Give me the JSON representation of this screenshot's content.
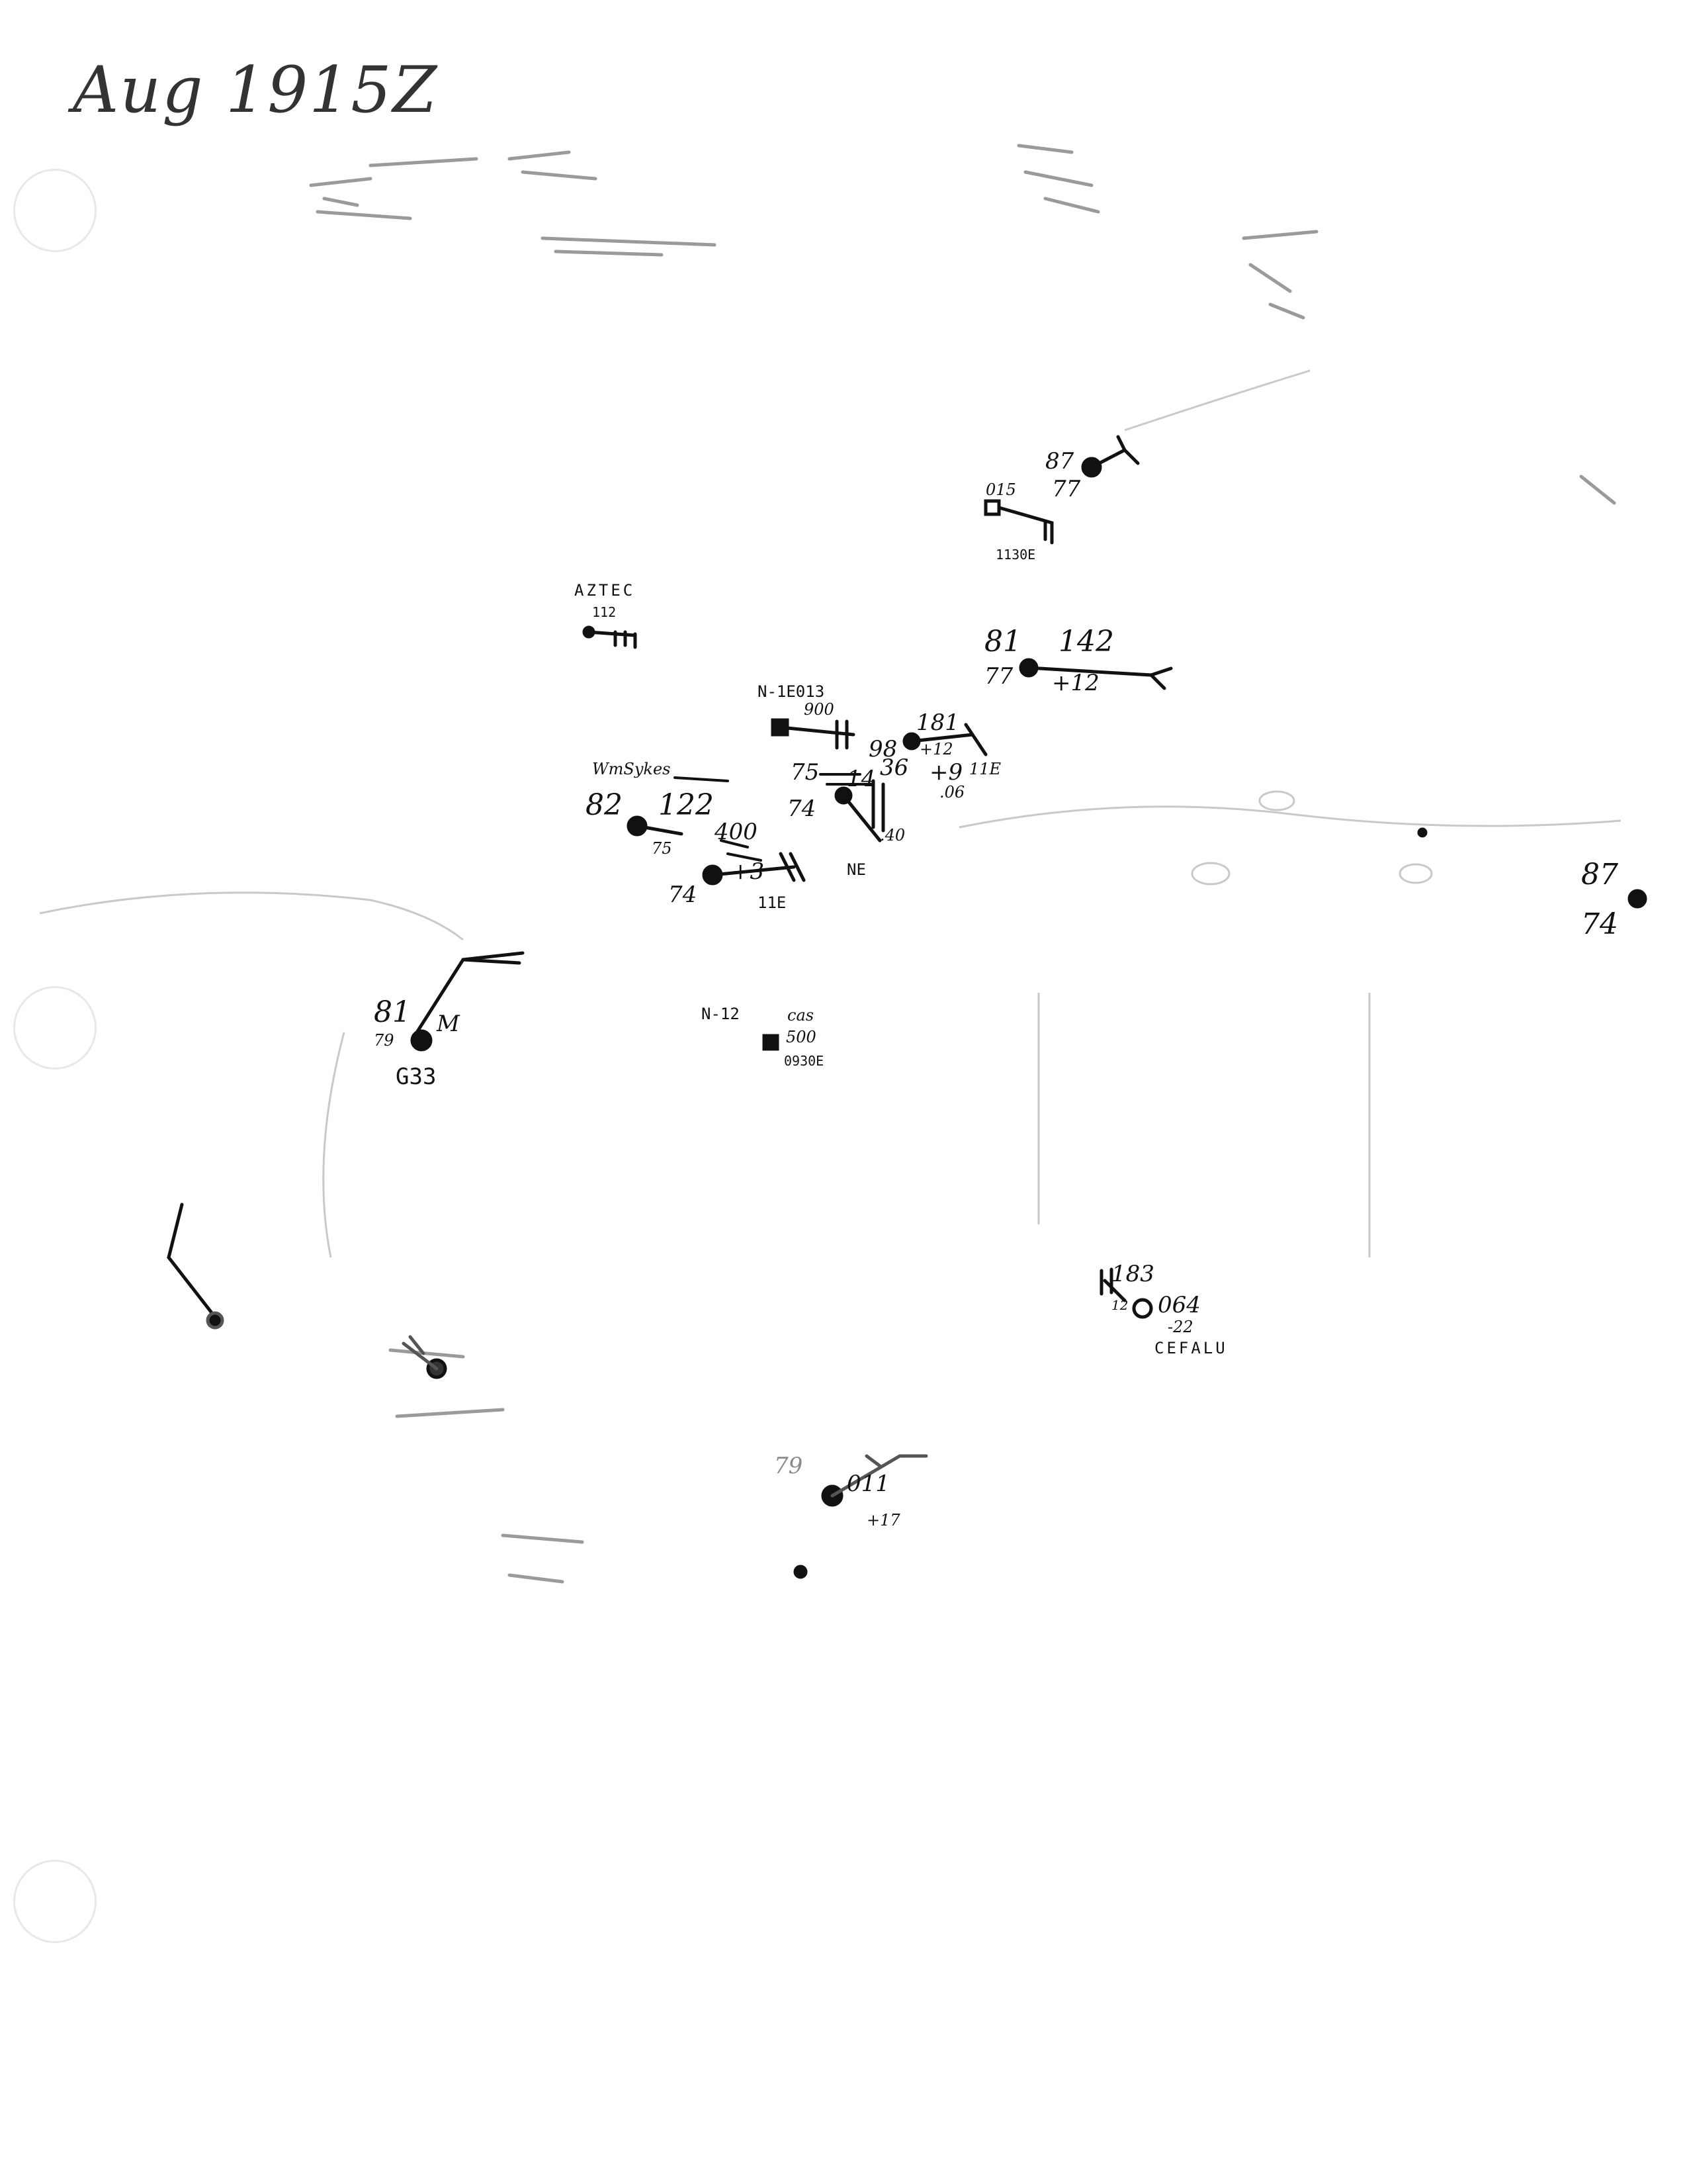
{
  "header": {
    "date_note": "Aug 1915Z"
  },
  "colors": {
    "ink": "#111111",
    "faint_ink": "#8a8a8a",
    "background": "#ffffff"
  },
  "station_labels": {
    "aztec": "AZTEC",
    "aztec_value": "112",
    "ship_ne": "N-1E013",
    "ship_ne_value": "900",
    "wm_sykes": "WmSykes",
    "n12": "N-12",
    "cefalu": "CEFALU",
    "g33": "G33"
  },
  "station_plots": {
    "east_upper_north": {
      "temp": "87",
      "extra": "015",
      "dew": "77",
      "time": "1130E"
    },
    "east_upper_south": {
      "temp": "81",
      "pressure": "142",
      "dew": "77",
      "tendency": "+12"
    },
    "center_cluster": {
      "pressure": "181",
      "tendency": "+12",
      "temp_a": "75",
      "temp_b": "74",
      "dew_a": "98",
      "dew_b": "36",
      "change": ".06",
      "time": "11E",
      "ne": "NE",
      "val_b": "+9",
      "val_c": ".40",
      "val_d": "14"
    },
    "wm_sykes": {
      "temp": "82",
      "pressure": "122",
      "dew": "75",
      "value": "400",
      "tendency": "+3",
      "temp_low": "74",
      "time": "11E"
    },
    "west": {
      "temp": "81",
      "dew": "79",
      "weather": "M"
    },
    "n12": {
      "a": "cas",
      "b": "500",
      "c": "0930E"
    },
    "cefalu": {
      "pressure": "183",
      "a": "064",
      "b": "-22",
      "c": "12"
    },
    "far_east": {
      "temp": "87",
      "dew": "74"
    },
    "south": {
      "temp": "79",
      "pressure": "011",
      "tendency": "+17"
    }
  }
}
